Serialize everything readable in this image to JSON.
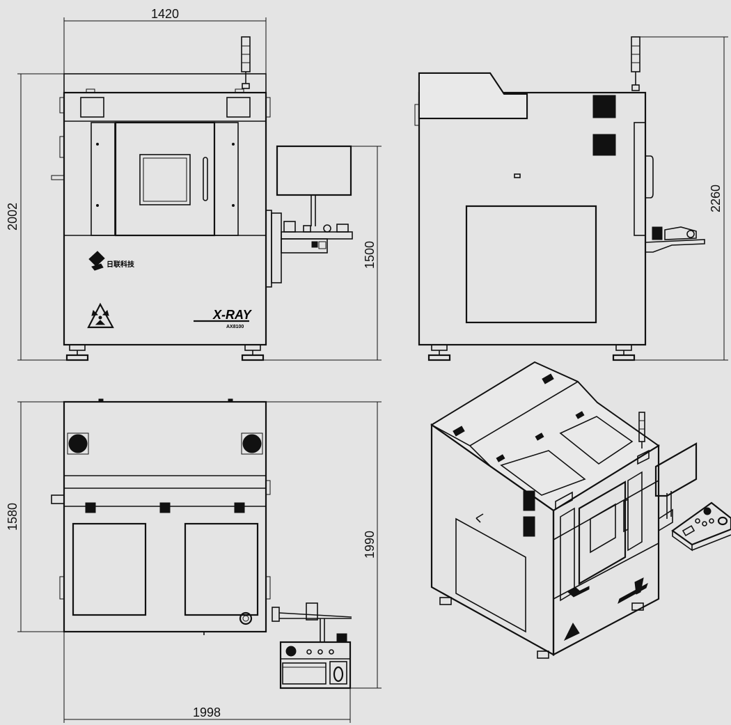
{
  "dimensions": {
    "front_width": "1420",
    "front_height": "2002",
    "monitor_height": "1500",
    "side_height": "2260",
    "top_depth": "1580",
    "top_depth_total": "1990",
    "top_width_total": "1998"
  },
  "labels": {
    "brand_cn": "日联科技",
    "product": "X-RAY",
    "model": "AX8100"
  },
  "colors": {
    "background": "#e4e4e4",
    "line": "#111111"
  }
}
